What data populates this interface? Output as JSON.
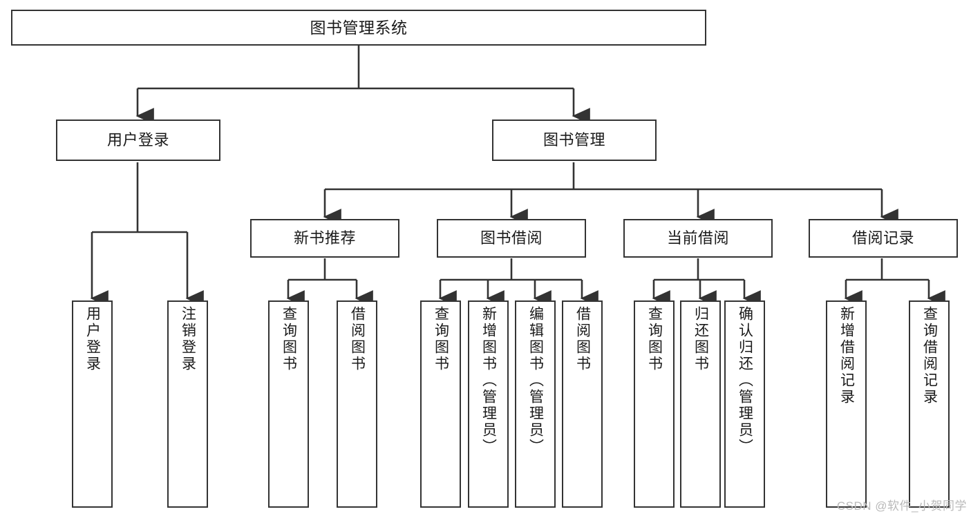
{
  "diagram": {
    "type": "tree",
    "title": "图书管理系统",
    "orientation": "top-down",
    "colors": {
      "background": "#ffffff",
      "node_border": "#333333",
      "node_fill": "#ffffff",
      "edge": "#333333",
      "text": "#1a1a1a",
      "watermark": "#b9b9b9"
    },
    "root": {
      "label": "图书管理系统"
    },
    "level1": [
      {
        "label": "用户登录"
      },
      {
        "label": "图书管理"
      }
    ],
    "level2": [
      {
        "label": "新书推荐"
      },
      {
        "label": "图书借阅"
      },
      {
        "label": "当前借阅"
      },
      {
        "label": "借阅记录"
      }
    ],
    "leaves": {
      "user_login": [
        {
          "label": "用户登录"
        },
        {
          "label": "注销登录"
        }
      ],
      "new_book_recommend": [
        {
          "label": "查询图书"
        },
        {
          "label": "借阅图书"
        }
      ],
      "book_borrow": [
        {
          "label": "查询图书"
        },
        {
          "label": "新增图书（管理员）"
        },
        {
          "label": "编辑图书（管理员）"
        },
        {
          "label": "借阅图书"
        }
      ],
      "current_borrow": [
        {
          "label": "查询图书"
        },
        {
          "label": "归还图书"
        },
        {
          "label": "确认归还（管理员）"
        }
      ],
      "borrow_record": [
        {
          "label": "新增借阅记录"
        },
        {
          "label": "查询借阅记录"
        }
      ]
    },
    "watermark": "CSDN @软件_小贺同学"
  }
}
